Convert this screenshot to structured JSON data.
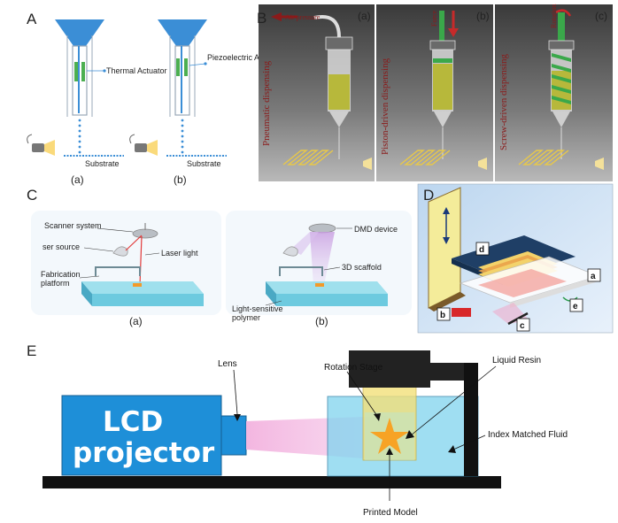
{
  "panels": {
    "A": {
      "letter": "A",
      "thermal_label": "Thermal Actuator",
      "piezo_label": "Piezoelectric Actuator",
      "substrate_a": "Substrate",
      "substrate_b": "Substrate",
      "sub_a": "(a)",
      "sub_b": "(b)"
    },
    "B": {
      "letter": "B",
      "sub_a": "(a)",
      "sub_b": "(b)",
      "sub_c": "(c)",
      "air_pressure": "Air pressure",
      "force": "Force",
      "rotation": "Rotation",
      "pneumatic": "Pneumatic dispensing",
      "piston": "Piston-driven dispensing",
      "screw": "Screw-driven dispensing"
    },
    "C": {
      "letter": "C",
      "scanner": "Scanner system",
      "laser_source": "ser source",
      "laser_light": "Laser light",
      "fabrication1": "Fabrication",
      "fabrication2": "platform",
      "dmd": "DMD device",
      "scaffold": "3D scaffold",
      "polymer1": "Light-sensitive",
      "polymer2": "polymer",
      "sub_a": "(a)",
      "sub_b": "(b)"
    },
    "D": {
      "letter": "D",
      "a": "a",
      "b": "b",
      "c": "c",
      "d": "d",
      "e": "e"
    },
    "E": {
      "letter": "E",
      "lcd1": "LCD",
      "lcd2": "projector",
      "lens": "Lens",
      "rotation_stage": "Rotation Stage",
      "liquid_resin": "Liquid Resin",
      "index_fluid": "Index Matched Fluid",
      "printed_model": "Printed Model"
    }
  },
  "colors": {
    "inkjet_blue": "#3b8ed6",
    "actuator_green": "#4caf50",
    "lcd_blue": "#1e8fd8",
    "resin_yellow": "#f3e07a",
    "star_orange": "#f7a325",
    "tank_cyan": "#7fd3ee",
    "dispense_red": "#8b1a1a"
  }
}
